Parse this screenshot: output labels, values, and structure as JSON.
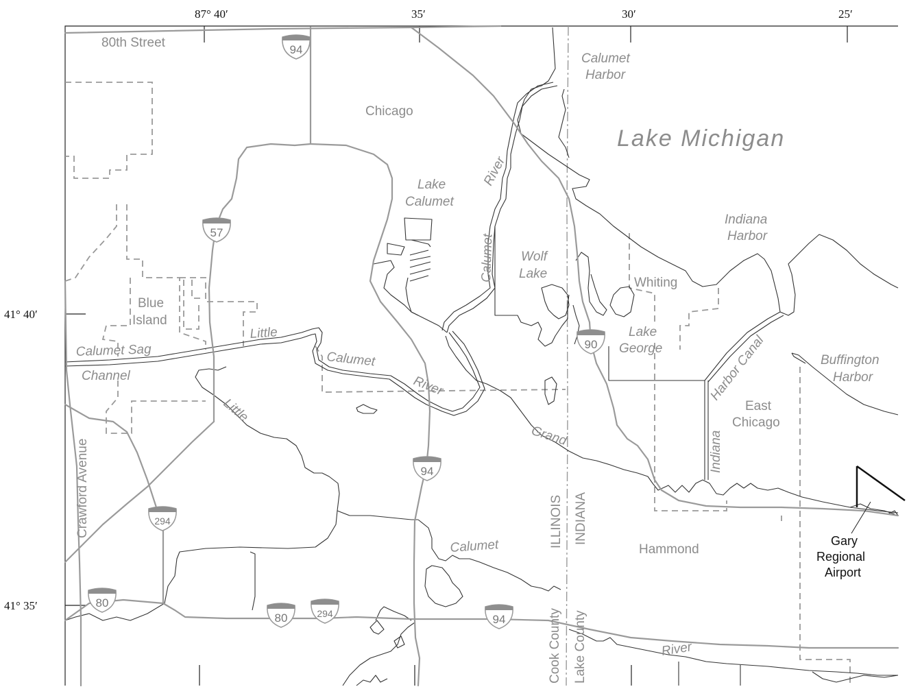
{
  "coordinates": {
    "top": [
      "87° 40′",
      "35′",
      "30′",
      "25′"
    ],
    "left": [
      "41° 40′",
      "41° 35′"
    ]
  },
  "water": {
    "lake_michigan": "Lake Michigan",
    "calumet_harbor": [
      "Calumet",
      "Harbor"
    ],
    "indiana_harbor": [
      "Indiana",
      "Harbor"
    ],
    "buffington_harbor": [
      "Buffington",
      "Harbor"
    ],
    "lake_calumet": [
      "Lake",
      "Calumet"
    ],
    "wolf_lake": [
      "Wolf",
      "Lake"
    ],
    "lake_george": [
      "Lake",
      "George"
    ],
    "calumet_river_upper": [
      "Calumet",
      "River"
    ],
    "little_calumet_river": [
      "Little",
      "Calumet",
      "River"
    ],
    "calumet_sag_channel": [
      "Calumet  Sag",
      "Channel"
    ],
    "little_south": "Little",
    "grand_calumet": [
      "Grand",
      "Calumet"
    ],
    "river_lower": "River",
    "indiana_harbor_canal": [
      "Harbor  Canal",
      "Indiana"
    ]
  },
  "places": {
    "chicago": "Chicago",
    "blue_island": [
      "Blue",
      "Island"
    ],
    "whiting": "Whiting",
    "east_chicago": [
      "East",
      "Chicago"
    ],
    "hammond": "Hammond",
    "gary_airport": [
      "Gary",
      "Regional",
      "Airport"
    ]
  },
  "roads": {
    "street_80th": "80th Street",
    "crawford_avenue": "Crawford Avenue"
  },
  "boundaries": {
    "illinois": "ILLINOIS",
    "indiana": "INDIANA",
    "cook_county": "Cook  County",
    "lake_county": "Lake  County"
  },
  "shields": {
    "i94_top": "94",
    "i57": "57",
    "i90": "90",
    "i94_mid": "94",
    "i294_left": "294",
    "i80_left": "80",
    "i80_bottom": "80",
    "i294_bottom": "294",
    "i94_bottom": "94"
  }
}
